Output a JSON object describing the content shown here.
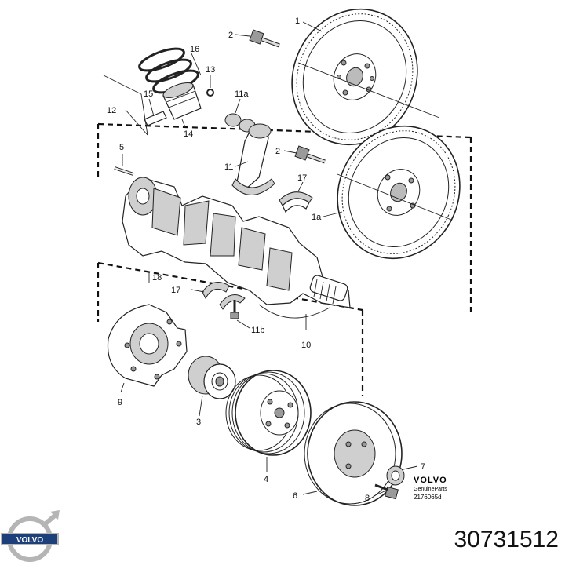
{
  "diagram": {
    "labels": {
      "l1": "1",
      "l1a": "1a",
      "l2a": "2",
      "l2b": "2",
      "l3": "3",
      "l4": "4",
      "l5": "5",
      "l6": "6",
      "l7": "7",
      "l8": "8",
      "l9": "9",
      "l10": "10",
      "l11": "11",
      "l11a": "11a",
      "l11b": "11b",
      "l12": "12",
      "l13": "13",
      "l14": "14",
      "l15": "15",
      "l16": "16",
      "l17a": "17",
      "l17b": "17",
      "l18": "18"
    },
    "brand": "VOLVO",
    "genuine": "GenuineParts",
    "drawing_code": "2176065d"
  },
  "footer": {
    "logo_text": "VOLVO",
    "part_number": "30731512"
  },
  "colors": {
    "ink": "#222222",
    "shade": "#cfcfcf",
    "logo_blue": "#1d3f7a",
    "logo_silver": "#b5b5b5"
  }
}
